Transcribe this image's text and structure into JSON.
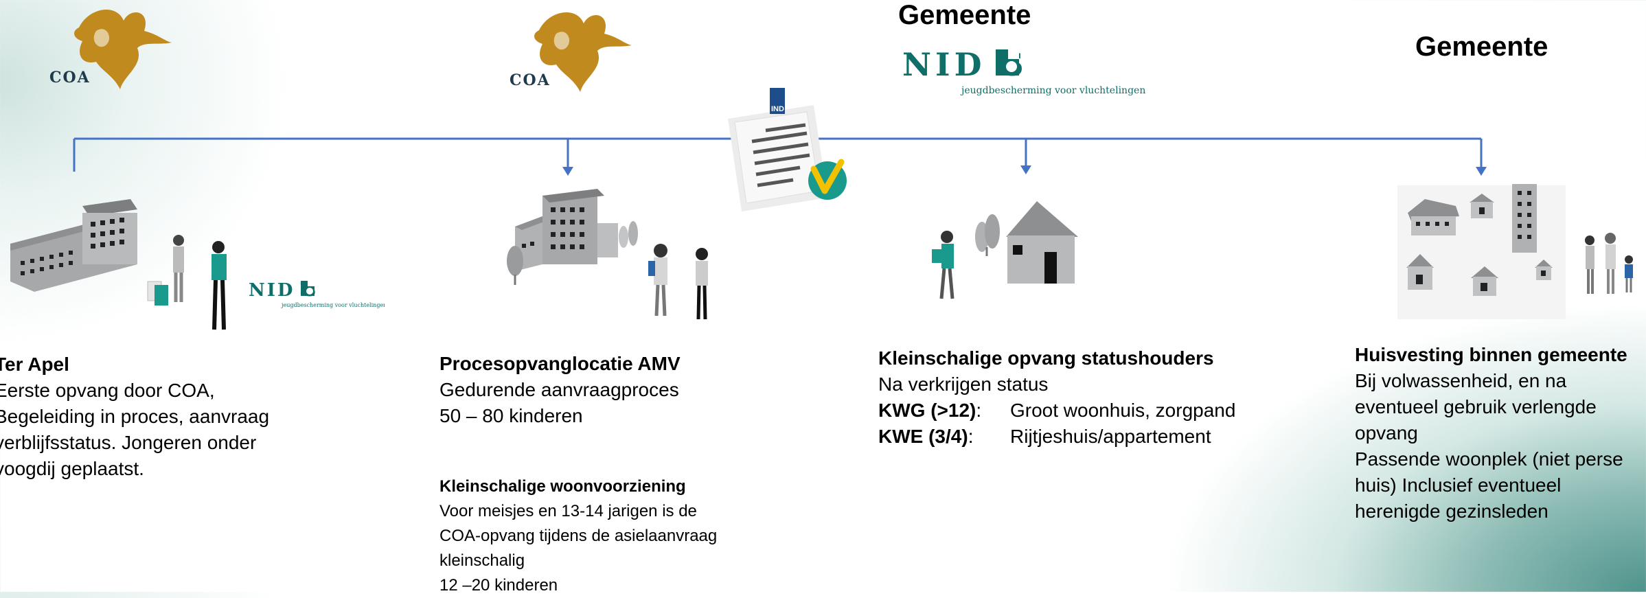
{
  "logos": {
    "coa_1": "COA",
    "coa_2": "COA",
    "nidos_main": "NID S",
    "nidos_tagline": "jeugdbescherming voor vluchtelingen",
    "nidos_small": "NID S",
    "nidos_small_tagline": "jeugdbescherming voor vluchtelingen",
    "ind": "IND"
  },
  "headers": {
    "gemeente_1": "Gemeente",
    "gemeente_2": "Gemeente"
  },
  "colors": {
    "line": "#4472c4",
    "coa_gold": "#c08a1e",
    "nidos_teal": "#0f6e68",
    "building_gray": "#8e8f91",
    "check_yellow": "#f2c200",
    "check_teal": "#1a9a8c"
  },
  "stages": {
    "ter_apel": {
      "title": "Ter Apel",
      "lines": [
        "Eerste opvang door COA,",
        "Begeleiding in proces, aanvraag",
        "verblijfsstatus. Jongeren onder",
        "voogdij geplaatst."
      ]
    },
    "pol": {
      "title": "Procesopvanglocatie AMV",
      "lines": [
        "Gedurende aanvraagproces",
        "50 – 80 kinderen"
      ],
      "sub_title": "Kleinschalige woonvoorziening",
      "sub_lines": [
        "Voor meisjes en 13-14 jarigen is de",
        "COA-opvang  tijdens de asielaanvraag",
        "kleinschalig",
        "12 –20 kinderen"
      ]
    },
    "kleinschalig": {
      "title": "Kleinschalige opvang statushouders",
      "line": "Na verkrijgen status",
      "rows": [
        {
          "key": "KWG (>12)",
          "sep": ":",
          "value": "Groot woonhuis, zorgpand"
        },
        {
          "key": "KWE (3/4)",
          "sep": ":",
          "value": "Rijtjeshuis/appartement"
        }
      ]
    },
    "huisvesting": {
      "title": "Huisvesting binnen gemeente",
      "lines": [
        "Bij volwassenheid, en na",
        "eventueel gebruik verlengde",
        "opvang",
        "Passende woonplek (niet perse",
        "huis) Inclusief eventueel",
        "herenigde gezinsleden"
      ]
    }
  }
}
